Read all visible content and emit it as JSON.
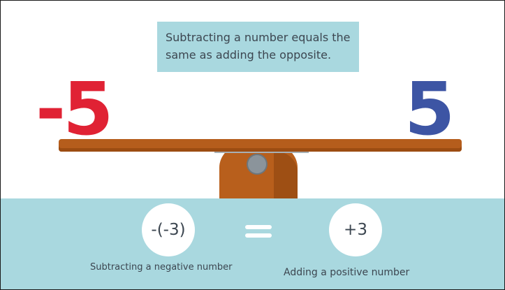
{
  "note": {
    "line1": "Subtracting a number equals the",
    "line2": "same as adding the opposite."
  },
  "seesaw": {
    "left_value": "-5",
    "right_value": "5"
  },
  "equation": {
    "left_expression": "-(-3)",
    "right_expression": "+3",
    "operator_icon": "equals-icon"
  },
  "captions": {
    "left": "Subtracting a negative number",
    "right": "Adding a positive number"
  },
  "colors": {
    "negative": "#e02234",
    "positive": "#3d55a4",
    "plank": "#b55d1c",
    "band": "#a9d8df"
  }
}
